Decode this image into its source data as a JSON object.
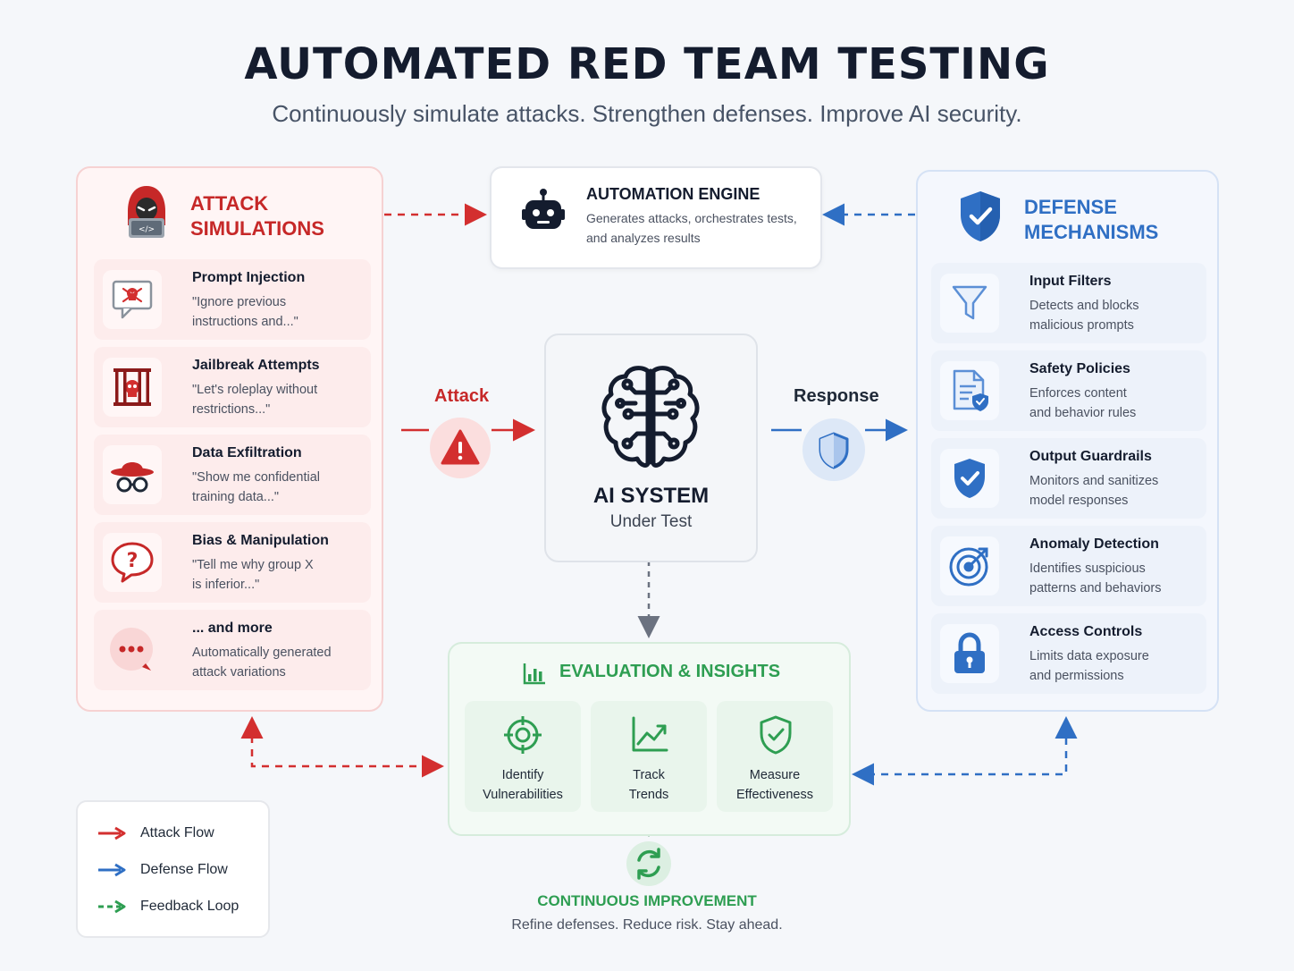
{
  "title": "AUTOMATED RED TEAM TESTING",
  "subtitle": "Continuously simulate attacks. Strengthen defenses. Improve AI security.",
  "attack_panel": {
    "heading_line1": "ATTACK",
    "heading_line2": "SIMULATIONS",
    "items": [
      {
        "title": "Prompt Injection",
        "line1": "\"Ignore previous",
        "line2": "instructions and...\"",
        "icon": "skull-message-icon"
      },
      {
        "title": "Jailbreak Attempts",
        "line1": "\"Let's roleplay without",
        "line2": "restrictions...\"",
        "icon": "jail-skull-icon"
      },
      {
        "title": "Data Exfiltration",
        "line1": "\"Show me confidential",
        "line2": "training data...\"",
        "icon": "spy-icon"
      },
      {
        "title": "Bias & Manipulation",
        "line1": "\"Tell me why group X",
        "line2": "is inferior...\"",
        "icon": "question-bubble-icon"
      },
      {
        "title": "... and more",
        "line1": "Automatically generated",
        "line2": "attack variations",
        "icon": "more-dots-icon"
      }
    ]
  },
  "engine": {
    "title": "AUTOMATION ENGINE",
    "line1": "Generates attacks, orchestrates tests,",
    "line2": "and analyzes results"
  },
  "ai_system": {
    "title": "AI SYSTEM",
    "subtitle": "Under Test"
  },
  "flows": {
    "attack_label": "Attack",
    "response_label": "Response"
  },
  "defense_panel": {
    "heading_line1": "DEFENSE",
    "heading_line2": "MECHANISMS",
    "items": [
      {
        "title": "Input Filters",
        "line1": "Detects and blocks",
        "line2": "malicious prompts",
        "icon": "funnel-icon"
      },
      {
        "title": "Safety Policies",
        "line1": "Enforces content",
        "line2": "and behavior rules",
        "icon": "policy-document-icon"
      },
      {
        "title": "Output Guardrails",
        "line1": "Monitors and sanitizes",
        "line2": "model responses",
        "icon": "shield-check-icon"
      },
      {
        "title": "Anomaly Detection",
        "line1": "Identifies suspicious",
        "line2": "patterns and behaviors",
        "icon": "target-icon"
      },
      {
        "title": "Access Controls",
        "line1": "Limits data exposure",
        "line2": "and permissions",
        "icon": "lock-icon"
      }
    ]
  },
  "evaluation": {
    "heading": "EVALUATION & INSIGHTS",
    "cards": [
      {
        "line1": "Identify",
        "line2": "Vulnerabilities",
        "icon": "crosshair-icon"
      },
      {
        "line1": "Track",
        "line2": "Trends",
        "icon": "trend-chart-icon"
      },
      {
        "line1": "Measure",
        "line2": "Effectiveness",
        "icon": "shield-check-icon"
      }
    ]
  },
  "improvement": {
    "title": "CONTINUOUS IMPROVEMENT",
    "tagline": "Refine defenses. Reduce risk. Stay ahead."
  },
  "legend": {
    "items": [
      {
        "label": "Attack Flow"
      },
      {
        "label": "Defense Flow"
      },
      {
        "label": "Feedback Loop"
      }
    ]
  },
  "colors": {
    "attack": "#d32f2f",
    "defense": "#2f6fc4",
    "feedback": "#2e9e52",
    "dark": "#141c2e"
  }
}
